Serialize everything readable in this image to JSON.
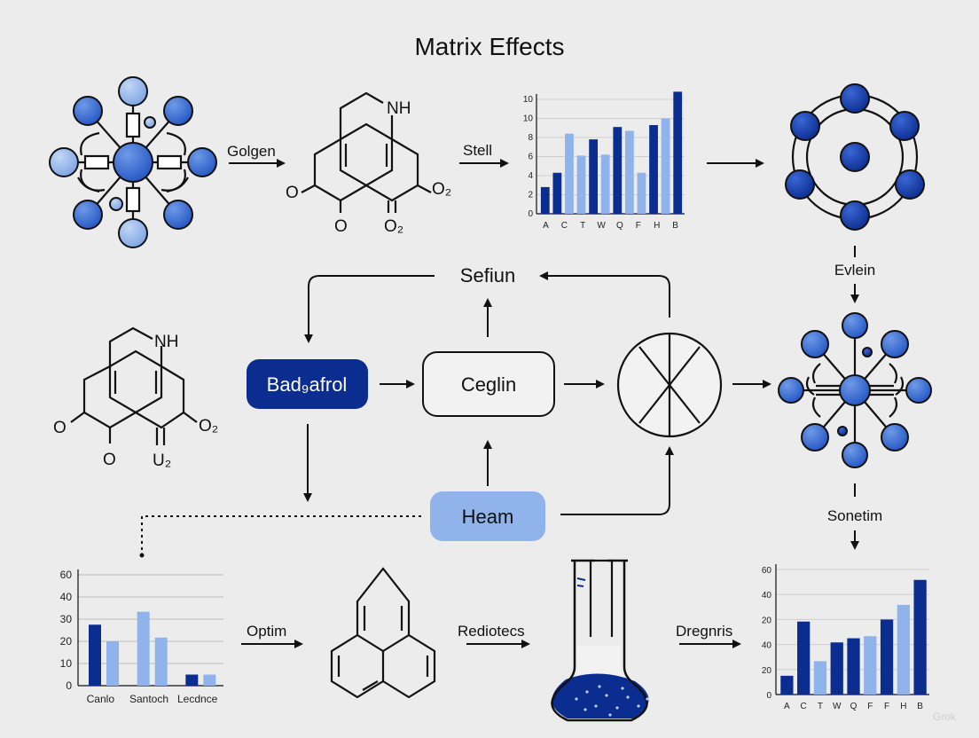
{
  "title": "Matrix Effects",
  "step_labels": {
    "golgen": "Golgen",
    "stell": "Stell",
    "sefiun": "Sefiun",
    "evlein": "Evlein",
    "sonetim": "Sonetim",
    "optim": "Optim",
    "rediotecs": "Rediotecs",
    "dregnris": "Dregnris"
  },
  "boxes": {
    "badafrol": "Bad₉afrol",
    "ceglin": "Ceglin",
    "heam": "Heam"
  },
  "chem_labels": {
    "top_nh": "NH",
    "top_o_left": "O",
    "top_o_bottom": "O",
    "top_o2_right": "O₂",
    "top_o2_bottom": "O₂",
    "mid_nh": "NH",
    "mid_o_left": "O",
    "mid_o_bottom": "O",
    "mid_o2_right": "O₂",
    "mid_u2": "U₂"
  },
  "colors": {
    "dark_blue": "#0b2d8f",
    "mid_blue": "#2f63cc",
    "light_blue": "#8fb3ea",
    "box_dark": "#0b2d8f",
    "box_light": "#8fb3ea"
  },
  "watermark": "Grok",
  "chart_data": [
    {
      "type": "bar",
      "categories": [
        "A",
        "C",
        "T",
        "W",
        "Q",
        "F",
        "H",
        "B"
      ],
      "y_ticks": [
        "0",
        "2",
        "4",
        "6",
        "8",
        "10",
        "10"
      ],
      "ylim": [
        0,
        12
      ],
      "values": [
        2.8,
        4.3,
        8.4,
        6.1,
        7.8,
        6.2,
        9.1,
        8.7,
        4.3,
        9.3,
        10.0,
        12.8
      ],
      "bar_colors": [
        "dark",
        "dark",
        "light",
        "light",
        "dark",
        "light",
        "dark",
        "light",
        "light",
        "dark",
        "light",
        "dark"
      ]
    },
    {
      "type": "bar",
      "categories": [
        "Canlo",
        "Santoch",
        "Lecdnce"
      ],
      "y_ticks": [
        "0",
        "10",
        "20",
        "30",
        "40",
        "60"
      ],
      "ylim": [
        0,
        60
      ],
      "series_values": [
        [
          33,
          24
        ],
        [
          40,
          26
        ],
        [
          6,
          6
        ]
      ],
      "bar_colors": [
        [
          "dark",
          "light"
        ],
        [
          "light",
          "light"
        ],
        [
          "dark",
          "light"
        ]
      ]
    },
    {
      "type": "bar",
      "categories": [
        "A",
        "C",
        "T",
        "W",
        "Q",
        "F",
        "F",
        "H",
        "B"
      ],
      "y_ticks": [
        "0",
        "20",
        "40",
        "20",
        "40",
        "60"
      ],
      "ylim": [
        0,
        60
      ],
      "values": [
        9,
        35,
        16,
        25,
        27,
        28,
        36,
        43,
        55
      ],
      "bar_colors": [
        "dark",
        "dark",
        "light",
        "dark",
        "dark",
        "light",
        "dark",
        "light",
        "dark"
      ]
    }
  ]
}
